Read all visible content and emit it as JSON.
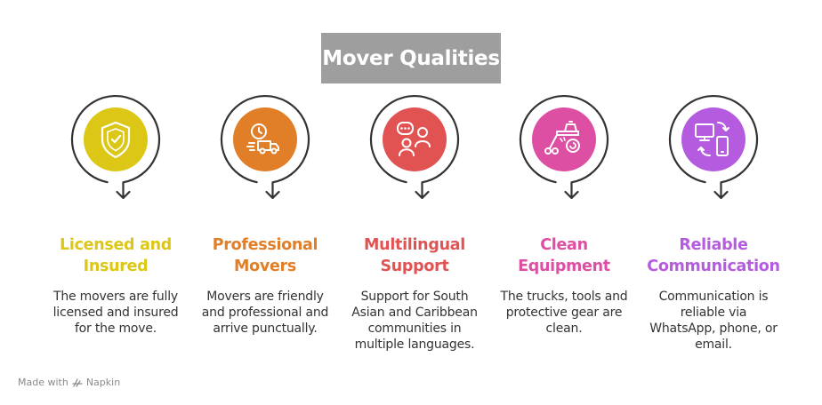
{
  "title": "Mover Qualities",
  "items": [
    {
      "heading": "Licensed and Insured",
      "heading_lines": [
        "Licensed and",
        "Insured"
      ],
      "description": "The movers are fully licensed and insured for the move.",
      "desc_lines": [
        "The movers are fully",
        "licensed and insured",
        "for the move."
      ],
      "color": "#dcc716",
      "icon": "shield-check-icon"
    },
    {
      "heading": "Professional Movers",
      "heading_lines": [
        "Professional",
        "Movers"
      ],
      "description": "Movers are friendly and professional and arrive punctually.",
      "desc_lines": [
        "Movers are friendly",
        "and professional and",
        "arrive punctually."
      ],
      "color": "#e07f27",
      "icon": "truck-clock-icon"
    },
    {
      "heading": "Multilingual Support",
      "heading_lines": [
        "Multilingual",
        "Support"
      ],
      "description": "Support for South Asian and Caribbean communities in multiple languages.",
      "desc_lines": [
        "Support for South",
        "Asian and Caribbean",
        "communities in",
        "multiple languages."
      ],
      "color": "#e15353",
      "icon": "people-chat-icon"
    },
    {
      "heading": "Clean Equipment",
      "heading_lines": [
        "Clean",
        "Equipment"
      ],
      "description": "The trucks, tools and protective gear are clean.",
      "desc_lines": [
        "The trucks, tools and",
        "protective gear are",
        "clean."
      ],
      "color": "#dd4fa3",
      "icon": "vacuum-cleaner-icon"
    },
    {
      "heading": "Reliable Communication",
      "heading_lines": [
        "Reliable",
        "Communication"
      ],
      "description": "Communication is reliable via WhatsApp, phone, or email.",
      "desc_lines": [
        "Communication is",
        "reliable via",
        "WhatsApp, phone, or",
        "email."
      ],
      "color": "#b55be0",
      "icon": "devices-sync-icon"
    }
  ],
  "footer": {
    "made_with": "Made with",
    "brand": "Napkin"
  }
}
